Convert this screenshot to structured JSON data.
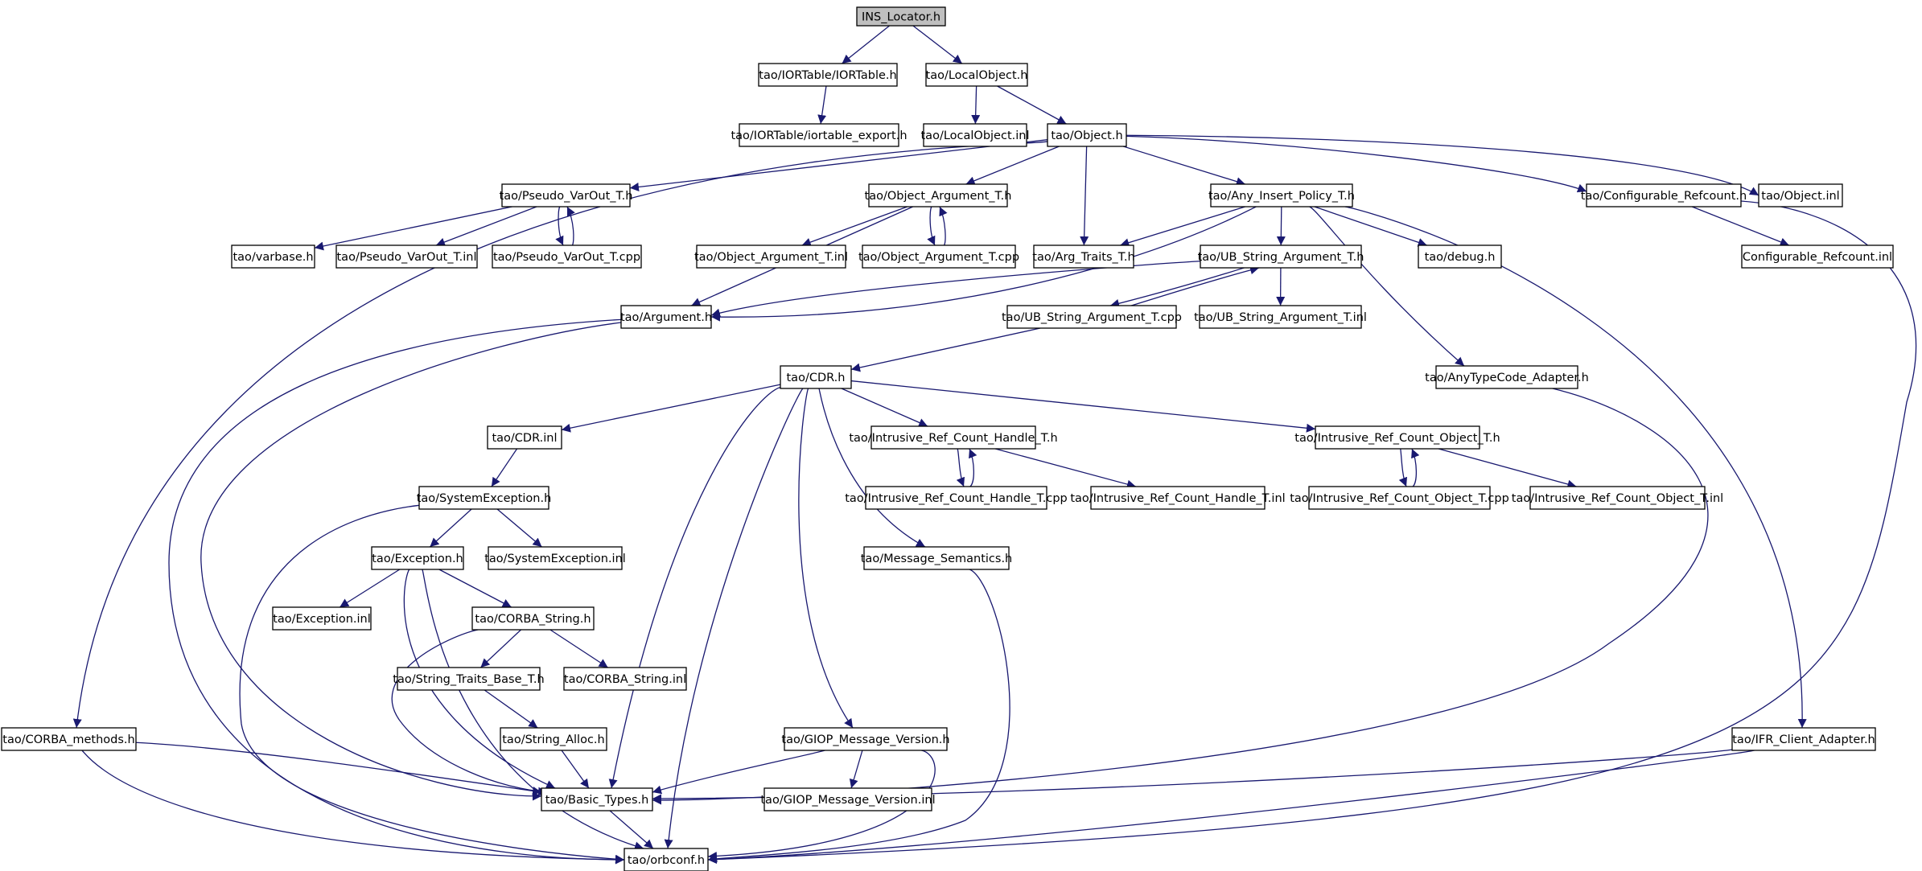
{
  "nodes": [
    {
      "id": "ins_locator",
      "label": "INS_Locator.h",
      "root": true
    },
    {
      "id": "iortable_h",
      "label": "tao/IORTable/IORTable.h"
    },
    {
      "id": "localobject_h",
      "label": "tao/LocalObject.h"
    },
    {
      "id": "iortable_export",
      "label": "tao/IORTable/iortable_export.h"
    },
    {
      "id": "localobject_inl",
      "label": "tao/LocalObject.inl"
    },
    {
      "id": "object_h",
      "label": "tao/Object.h"
    },
    {
      "id": "pseudo_varout_h",
      "label": "tao/Pseudo_VarOut_T.h"
    },
    {
      "id": "object_argument_h",
      "label": "tao/Object_Argument_T.h"
    },
    {
      "id": "any_insert_policy_h",
      "label": "tao/Any_Insert_Policy_T.h"
    },
    {
      "id": "configurable_refcount_h",
      "label": "tao/Configurable_Refcount.h"
    },
    {
      "id": "object_inl",
      "label": "tao/Object.inl"
    },
    {
      "id": "varbase_h",
      "label": "tao/varbase.h"
    },
    {
      "id": "pseudo_varout_inl",
      "label": "tao/Pseudo_VarOut_T.inl"
    },
    {
      "id": "pseudo_varout_cpp",
      "label": "tao/Pseudo_VarOut_T.cpp"
    },
    {
      "id": "object_argument_inl",
      "label": "tao/Object_Argument_T.inl"
    },
    {
      "id": "object_argument_cpp",
      "label": "tao/Object_Argument_T.cpp"
    },
    {
      "id": "arg_traits_h",
      "label": "tao/Arg_Traits_T.h"
    },
    {
      "id": "ub_string_argument_h",
      "label": "tao/UB_String_Argument_T.h"
    },
    {
      "id": "debug_h",
      "label": "tao/debug.h"
    },
    {
      "id": "configurable_refcount_inl",
      "label": "Configurable_Refcount.inl"
    },
    {
      "id": "argument_h",
      "label": "tao/Argument.h"
    },
    {
      "id": "ub_string_argument_cpp",
      "label": "tao/UB_String_Argument_T.cpp"
    },
    {
      "id": "ub_string_argument_inl",
      "label": "tao/UB_String_Argument_T.inl"
    },
    {
      "id": "cdr_h",
      "label": "tao/CDR.h"
    },
    {
      "id": "anytypecode_adapter_h",
      "label": "tao/AnyTypeCode_Adapter.h"
    },
    {
      "id": "cdr_inl",
      "label": "tao/CDR.inl"
    },
    {
      "id": "irch_h",
      "label": "tao/Intrusive_Ref_Count_Handle_T.h"
    },
    {
      "id": "irco_h",
      "label": "tao/Intrusive_Ref_Count_Object_T.h"
    },
    {
      "id": "systemexception_h",
      "label": "tao/SystemException.h"
    },
    {
      "id": "irch_cpp",
      "label": "tao/Intrusive_Ref_Count_Handle_T.cpp"
    },
    {
      "id": "irch_inl",
      "label": "tao/Intrusive_Ref_Count_Handle_T.inl"
    },
    {
      "id": "irco_cpp",
      "label": "tao/Intrusive_Ref_Count_Object_T.cpp"
    },
    {
      "id": "irco_inl",
      "label": "tao/Intrusive_Ref_Count_Object_T.inl"
    },
    {
      "id": "exception_h",
      "label": "tao/Exception.h"
    },
    {
      "id": "systemexception_inl",
      "label": "tao/SystemException.inl"
    },
    {
      "id": "message_semantics_h",
      "label": "tao/Message_Semantics.h"
    },
    {
      "id": "exception_inl",
      "label": "tao/Exception.inl"
    },
    {
      "id": "corba_string_h",
      "label": "tao/CORBA_String.h"
    },
    {
      "id": "string_traits_base_h",
      "label": "tao/String_Traits_Base_T.h"
    },
    {
      "id": "corba_string_inl",
      "label": "tao/CORBA_String.inl"
    },
    {
      "id": "corba_methods_h",
      "label": "tao/CORBA_methods.h"
    },
    {
      "id": "string_alloc_h",
      "label": "tao/String_Alloc.h"
    },
    {
      "id": "giop_message_version_h",
      "label": "tao/GIOP_Message_Version.h"
    },
    {
      "id": "ifr_client_adapter_h",
      "label": "tao/IFR_Client_Adapter.h"
    },
    {
      "id": "basic_types_h",
      "label": "tao/Basic_Types.h"
    },
    {
      "id": "giop_message_version_inl",
      "label": "tao/GIOP_Message_Version.inl"
    },
    {
      "id": "orbconf_h",
      "label": "tao/orbconf.h"
    }
  ],
  "edges": [
    [
      "ins_locator",
      "iortable_h"
    ],
    [
      "ins_locator",
      "localobject_h"
    ],
    [
      "iortable_h",
      "iortable_export"
    ],
    [
      "localobject_h",
      "localobject_inl"
    ],
    [
      "localobject_h",
      "object_h"
    ],
    [
      "object_h",
      "corba_methods_h"
    ],
    [
      "object_h",
      "pseudo_varout_h"
    ],
    [
      "object_h",
      "object_argument_h"
    ],
    [
      "object_h",
      "arg_traits_h"
    ],
    [
      "object_h",
      "any_insert_policy_h"
    ],
    [
      "object_h",
      "configurable_refcount_h"
    ],
    [
      "object_h",
      "object_inl"
    ],
    [
      "pseudo_varout_h",
      "varbase_h"
    ],
    [
      "pseudo_varout_h",
      "pseudo_varout_inl"
    ],
    [
      "pseudo_varout_h",
      "pseudo_varout_cpp"
    ],
    [
      "pseudo_varout_cpp",
      "pseudo_varout_h"
    ],
    [
      "object_argument_h",
      "argument_h"
    ],
    [
      "object_argument_h",
      "object_argument_inl"
    ],
    [
      "object_argument_h",
      "object_argument_cpp"
    ],
    [
      "object_argument_cpp",
      "object_argument_h"
    ],
    [
      "any_insert_policy_h",
      "arg_traits_h"
    ],
    [
      "any_insert_policy_h",
      "argument_h"
    ],
    [
      "any_insert_policy_h",
      "ub_string_argument_h"
    ],
    [
      "any_insert_policy_h",
      "debug_h"
    ],
    [
      "any_insert_policy_h",
      "anytypecode_adapter_h"
    ],
    [
      "any_insert_policy_h",
      "ifr_client_adapter_h"
    ],
    [
      "configurable_refcount_h",
      "configurable_refcount_inl"
    ],
    [
      "configurable_refcount_h",
      "orbconf_h"
    ],
    [
      "ub_string_argument_h",
      "argument_h"
    ],
    [
      "ub_string_argument_h",
      "ub_string_argument_cpp"
    ],
    [
      "ub_string_argument_h",
      "ub_string_argument_inl"
    ],
    [
      "ub_string_argument_cpp",
      "ub_string_argument_h"
    ],
    [
      "ub_string_argument_cpp",
      "cdr_h"
    ],
    [
      "argument_h",
      "basic_types_h"
    ],
    [
      "argument_h",
      "orbconf_h"
    ],
    [
      "anytypecode_adapter_h",
      "basic_types_h"
    ],
    [
      "cdr_h",
      "cdr_inl"
    ],
    [
      "cdr_h",
      "irch_h"
    ],
    [
      "cdr_h",
      "irco_h"
    ],
    [
      "cdr_h",
      "message_semantics_h"
    ],
    [
      "cdr_h",
      "giop_message_version_h"
    ],
    [
      "cdr_h",
      "basic_types_h"
    ],
    [
      "cdr_h",
      "orbconf_h"
    ],
    [
      "cdr_inl",
      "systemexception_h"
    ],
    [
      "irch_h",
      "irch_cpp"
    ],
    [
      "irch_cpp",
      "irch_h"
    ],
    [
      "irch_h",
      "irch_inl"
    ],
    [
      "irco_h",
      "irco_cpp"
    ],
    [
      "irco_cpp",
      "irco_h"
    ],
    [
      "irco_h",
      "irco_inl"
    ],
    [
      "systemexception_h",
      "exception_h"
    ],
    [
      "systemexception_h",
      "systemexception_inl"
    ],
    [
      "systemexception_h",
      "orbconf_h"
    ],
    [
      "exception_h",
      "exception_inl"
    ],
    [
      "exception_h",
      "corba_string_h"
    ],
    [
      "exception_h",
      "basic_types_h"
    ],
    [
      "exception_h",
      "orbconf_h"
    ],
    [
      "corba_string_h",
      "string_traits_base_h"
    ],
    [
      "corba_string_h",
      "corba_string_inl"
    ],
    [
      "corba_string_h",
      "basic_types_h"
    ],
    [
      "string_traits_base_h",
      "string_alloc_h"
    ],
    [
      "string_alloc_h",
      "basic_types_h"
    ],
    [
      "message_semantics_h",
      "orbconf_h"
    ],
    [
      "giop_message_version_h",
      "giop_message_version_inl"
    ],
    [
      "giop_message_version_h",
      "basic_types_h"
    ],
    [
      "giop_message_version_h",
      "orbconf_h"
    ],
    [
      "corba_methods_h",
      "basic_types_h"
    ],
    [
      "corba_methods_h",
      "orbconf_h"
    ],
    [
      "ifr_client_adapter_h",
      "basic_types_h"
    ],
    [
      "ifr_client_adapter_h",
      "orbconf_h"
    ],
    [
      "basic_types_h",
      "orbconf_h"
    ]
  ]
}
